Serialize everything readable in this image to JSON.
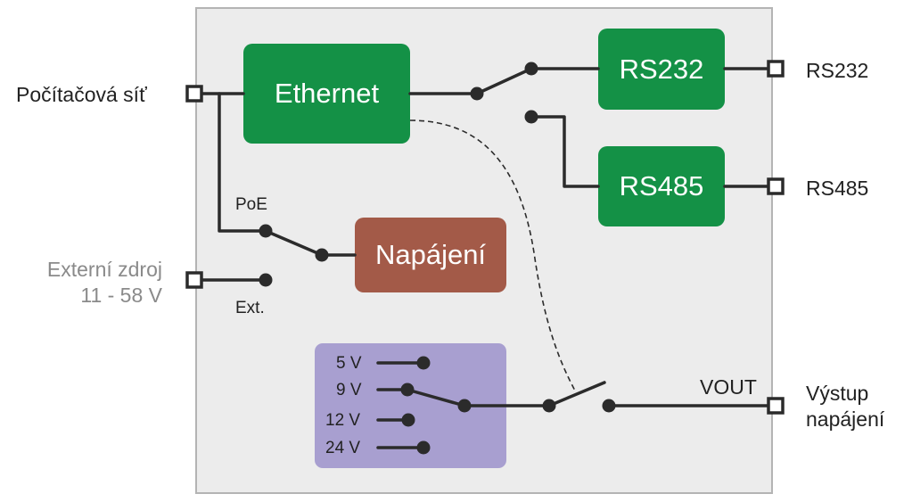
{
  "colors": {
    "board_bg": "#ececec",
    "board_border": "#b4b4b4",
    "green_block": "#149146",
    "power_block": "#a35a48",
    "voltage_panel": "#a89fd0",
    "wire": "#2b2b2b"
  },
  "blocks": {
    "ethernet": "Ethernet",
    "rs232": "RS232",
    "rs485": "RS485",
    "power": "Napájení"
  },
  "external_labels": {
    "network": "Počítačová síť",
    "ext_source_line1": "Externí zdroj",
    "ext_source_line2": "11 - 58 V",
    "rs232": "RS232",
    "rs485": "RS485",
    "power_output_line1": "Výstup",
    "power_output_line2": "napájení"
  },
  "switch_labels": {
    "poe": "PoE",
    "ext": "Ext.",
    "vout": "VOUT"
  },
  "voltages": [
    "5 V",
    "9 V",
    "12 V",
    "24 V"
  ],
  "icons": {
    "port": "square-port-icon",
    "switch": "toggle-switch-icon"
  }
}
